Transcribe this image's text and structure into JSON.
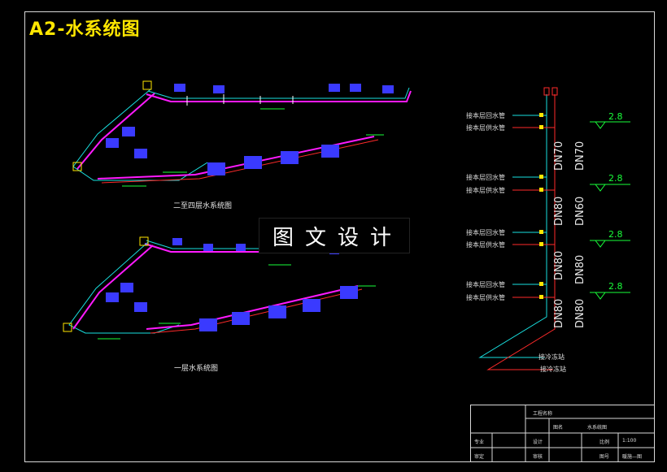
{
  "drawing": {
    "title": "A2-水系统图",
    "watermark": "图文设计",
    "upper_caption": "二至四层水系统图",
    "lower_caption": "一层水系统图"
  },
  "riser": {
    "legend_items": [
      {
        "label": "接本层回水管"
      },
      {
        "label": "接本层供水管"
      },
      {
        "label": "接本层回水管"
      },
      {
        "label": "接本层供水管"
      },
      {
        "label": "接本层回水管"
      },
      {
        "label": "接本层供水管"
      },
      {
        "label": "接本层回水管"
      },
      {
        "label": "接本层供水管"
      }
    ],
    "pipe_sizes_left": [
      "DN70",
      "DN80",
      "DN80",
      "DN80"
    ],
    "pipe_sizes_right": [
      "DN70",
      "DN60",
      "DN80",
      "DN80"
    ],
    "levels": [
      "2.8",
      "2.8",
      "2.8",
      "2.8"
    ],
    "bottom_labels": [
      "接冷冻站",
      "接冷冻站"
    ]
  },
  "title_block": {
    "project_label": "工程名称",
    "drawing_label": "图名",
    "drawing_value": "水系统图",
    "discipline_label": "专业",
    "design_label": "设计",
    "scale_label": "比例",
    "scale_value": "1:100",
    "check_label": "审核",
    "review_label": "审定",
    "number_label": "图号",
    "number_value": "暖施—图"
  },
  "colors": {
    "frame": "#d8d8d8",
    "title": "#ffe600",
    "supply": "#ff2a2a",
    "return": "#19e0e0",
    "magenta": "#ff1aff",
    "level": "#19ff3a",
    "unit": "#3a3aff"
  }
}
